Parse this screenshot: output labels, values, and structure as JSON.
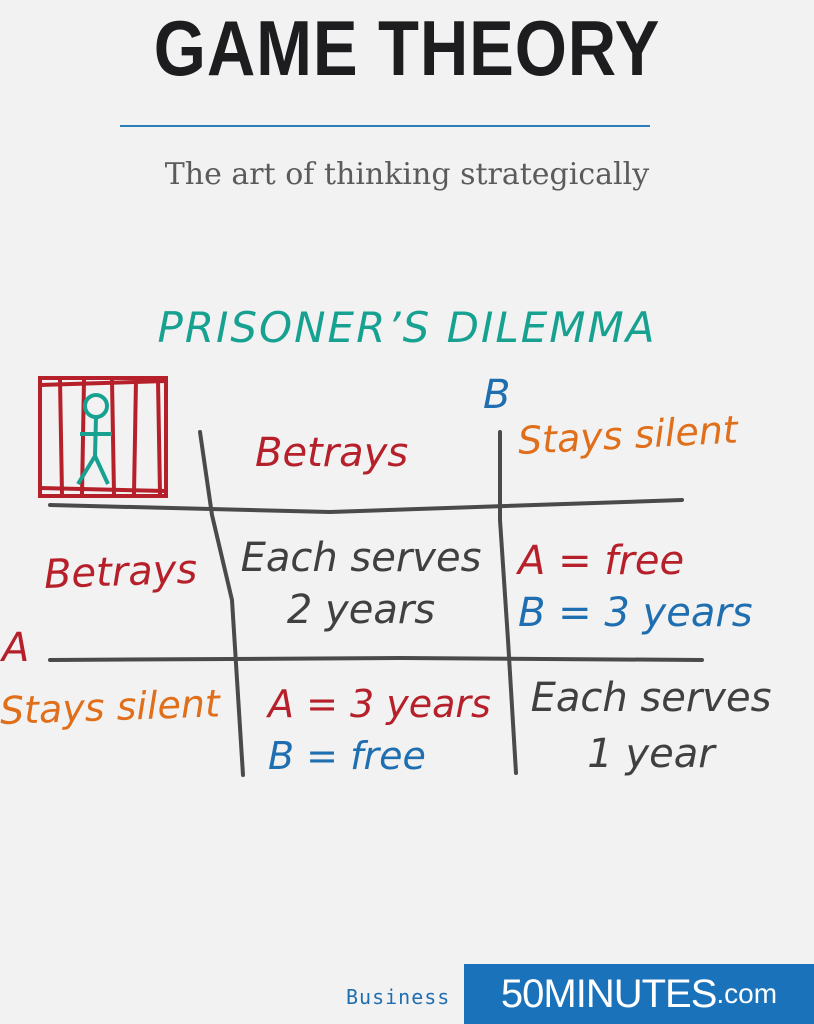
{
  "header": {
    "title": "GAME THEORY",
    "subtitle": "The art of thinking strategically"
  },
  "diagram": {
    "heading": "PRISONER’S DILEMMA",
    "player_b": "B",
    "player_a": "A",
    "columns": [
      "Betrays",
      "Stays silent"
    ],
    "rows": [
      "Betrays",
      "Stays silent"
    ],
    "cells": {
      "betray_betray": [
        "Each serves",
        "2 years"
      ],
      "betray_silent": [
        "A = free",
        "B = 3 years"
      ],
      "silent_betray": [
        "A = 3 years",
        "B = free"
      ],
      "silent_silent": [
        "Each serves",
        "1 year"
      ]
    },
    "icon": "prisoner-in-jail-icon"
  },
  "footer": {
    "category": "Business",
    "brand_main": "50MINUTES",
    "brand_suffix": ".com"
  },
  "colors": {
    "title": "#1d1d1f",
    "accent_blue": "#1a72bb",
    "teal": "#16a191",
    "red": "#b5202a",
    "orange": "#e06f1c",
    "gray": "#404040"
  }
}
